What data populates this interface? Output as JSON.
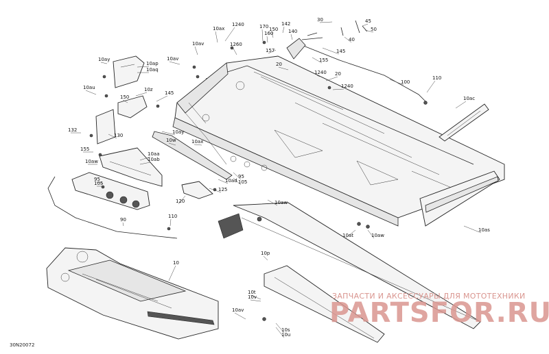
{
  "diagram_code": "30N20072",
  "watermark": {
    "tagline": "ЗАПЧАСТИ И АКСЕССУАРЫ ДЛЯ МОТОТЕХНИКИ",
    "brand": "PARTSFOR.RU"
  },
  "callouts": [
    {
      "id": "c1",
      "text": "1240"
    },
    {
      "id": "c2",
      "text": "10ax"
    },
    {
      "id": "c3",
      "text": "170"
    },
    {
      "id": "c4",
      "text": "150"
    },
    {
      "id": "c5",
      "text": "142"
    },
    {
      "id": "c6",
      "text": "140"
    },
    {
      "id": "c7",
      "text": "160"
    },
    {
      "id": "c8",
      "text": "30"
    },
    {
      "id": "c9",
      "text": "45"
    },
    {
      "id": "c10",
      "text": "50"
    },
    {
      "id": "c11",
      "text": "40"
    },
    {
      "id": "c12",
      "text": "1260"
    },
    {
      "id": "c13",
      "text": "10av"
    },
    {
      "id": "c14",
      "text": "157"
    },
    {
      "id": "c15",
      "text": "145"
    },
    {
      "id": "c16",
      "text": "20"
    },
    {
      "id": "c17",
      "text": "155"
    },
    {
      "id": "c18",
      "text": "10av"
    },
    {
      "id": "c19",
      "text": "1240"
    },
    {
      "id": "c20",
      "text": "20"
    },
    {
      "id": "c21",
      "text": "10ay"
    },
    {
      "id": "c22",
      "text": "10ap"
    },
    {
      "id": "c23",
      "text": "10aq"
    },
    {
      "id": "c24",
      "text": "1240"
    },
    {
      "id": "c25",
      "text": "100"
    },
    {
      "id": "c26",
      "text": "110"
    },
    {
      "id": "c27",
      "text": "10au"
    },
    {
      "id": "c28",
      "text": "10z"
    },
    {
      "id": "c29",
      "text": "145"
    },
    {
      "id": "c30",
      "text": "10ac"
    },
    {
      "id": "c31",
      "text": "150"
    },
    {
      "id": "c32",
      "text": "132"
    },
    {
      "id": "c33",
      "text": "130"
    },
    {
      "id": "c34",
      "text": "10ay"
    },
    {
      "id": "c35",
      "text": "155"
    },
    {
      "id": "c36",
      "text": "10w"
    },
    {
      "id": "c37",
      "text": "10ax"
    },
    {
      "id": "c38",
      "text": "10aa"
    },
    {
      "id": "c39",
      "text": "10ab"
    },
    {
      "id": "c40",
      "text": "10aw"
    },
    {
      "id": "c41",
      "text": "95"
    },
    {
      "id": "c42",
      "text": "105"
    },
    {
      "id": "c43",
      "text": "95"
    },
    {
      "id": "c44",
      "text": "105"
    },
    {
      "id": "c45",
      "text": "10ad"
    },
    {
      "id": "c46",
      "text": "125"
    },
    {
      "id": "c47",
      "text": "120"
    },
    {
      "id": "c48",
      "text": "10aw"
    },
    {
      "id": "c49",
      "text": "110"
    },
    {
      "id": "c50",
      "text": "90"
    },
    {
      "id": "c51",
      "text": "10as"
    },
    {
      "id": "c52",
      "text": "10at"
    },
    {
      "id": "c53",
      "text": "10aw"
    },
    {
      "id": "c54",
      "text": "10p"
    },
    {
      "id": "c55",
      "text": "10"
    },
    {
      "id": "c56",
      "text": "10t"
    },
    {
      "id": "c57",
      "text": "10v"
    },
    {
      "id": "c58",
      "text": "10av"
    },
    {
      "id": "c59",
      "text": "10s"
    },
    {
      "id": "c60",
      "text": "10u"
    }
  ]
}
